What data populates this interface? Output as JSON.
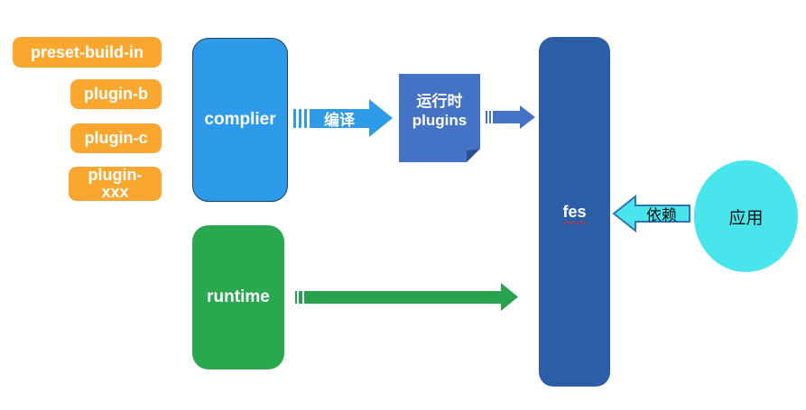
{
  "nodes": {
    "preset_build_in": {
      "label": "preset-build-in"
    },
    "plugin_b": {
      "label": "plugin-b"
    },
    "plugin_c": {
      "label": "plugin-c"
    },
    "plugin_xxx": {
      "label": "plugin-xxx"
    },
    "complier": {
      "label": "complier"
    },
    "runtime": {
      "label": "runtime"
    },
    "runtime_plugins": {
      "label_zh": "运行时",
      "label_en": "plugins"
    },
    "fes": {
      "label": "fes"
    },
    "app": {
      "label": "应用"
    }
  },
  "arrows": {
    "compile": {
      "label": "编译",
      "direction": "right"
    },
    "plugins_to_fes": {
      "label": "",
      "direction": "right"
    },
    "runtime_to_fes": {
      "label": "",
      "direction": "right"
    },
    "depend": {
      "label": "依赖",
      "direction": "left"
    }
  },
  "colors": {
    "plugin_chip_orange": "#F9A72E",
    "complier_blue": "#2D9BE8",
    "complier_border": "#1E3F5F",
    "runtime_green": "#2AA84F",
    "arrow_green": "#28A24C",
    "plugins_box_blue": "#4472C4",
    "plugins_fold_dark": "#2F4F93",
    "fes_blue": "#2B5EA7",
    "cyan": "#48E5EC",
    "cyan_arrow_border": "#2E75B6",
    "spellcheck_underline_red": "#E0312E"
  }
}
